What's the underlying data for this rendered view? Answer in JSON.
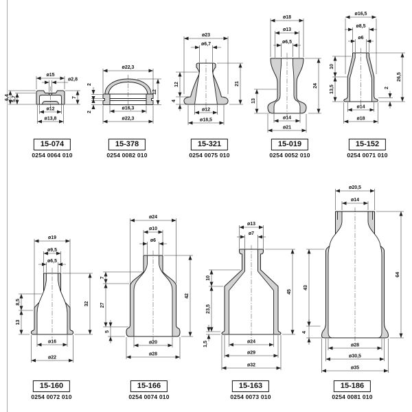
{
  "page": {
    "background": "#ffffff",
    "line_color": "#1f1f1f",
    "wall_fill": "#d3d3d3"
  },
  "parts": [
    {
      "id": "15-074",
      "code": "0254 0064 010",
      "dims": {
        "d_top": "ø15",
        "d_hole": "ø2,8",
        "h_left_outer": "6,4",
        "h_left_inner": "5,7",
        "h_right": "7",
        "d_bottom_inner": "ø12",
        "d_bottom_outer": "ø13,8"
      }
    },
    {
      "id": "15-378",
      "code": "0254 0082 010",
      "dims": {
        "d_top": "ø22,3",
        "lip_top": "2",
        "lip_bottom": "2",
        "h_right": "12",
        "d_inner": "ø16,3",
        "d_bottom": "ø22,3"
      }
    },
    {
      "id": "15-321",
      "code": "0254 0075 010",
      "dims": {
        "d_top": "ø23",
        "d_hole": "ø6,7",
        "h_left_upper": "12",
        "h_left_flange": "4",
        "h_right": "21",
        "d_bottom_inner": "ø12",
        "d_bottom_outer": "ø18,5"
      }
    },
    {
      "id": "15-019",
      "code": "0254 0052 010",
      "dims": {
        "d_top": "ø18",
        "d_mid": "ø13",
        "d_hole": "ø6,5",
        "h_left": "13",
        "h_right": "24",
        "d_bottom_inner": "ø14",
        "d_bottom_outer": "ø21"
      }
    },
    {
      "id": "15-152",
      "code": "0254 0071 010",
      "dims": {
        "d_top": "ø16,5",
        "d_neck": "ø8,5",
        "d_hole": "ø6",
        "h_left_upper": "10",
        "h_left_lower": "13,5",
        "h_right": "26,5",
        "h_flange": "2",
        "d_bottom_inner": "ø14",
        "d_bottom_outer": "ø18"
      }
    },
    {
      "id": "15-160",
      "code": "0254 0072 010",
      "dims": {
        "d_top": "ø19",
        "d_neck": "ø9,5",
        "d_hole": "ø6,5",
        "h_left_upper": "8,5",
        "h_left_lower": "13",
        "h_right": "32",
        "d_bottom_inner": "ø16",
        "d_bottom_outer": "ø22"
      }
    },
    {
      "id": "15-166",
      "code": "0254 0074 010",
      "dims": {
        "d_top": "ø24",
        "d_neck": "ø10",
        "d_hole": "ø6",
        "h_left_upper": "7",
        "h_left_lower": "27",
        "h_flange": "5",
        "h_right": "42",
        "d_bottom_inner": "ø20",
        "d_bottom_outer": "ø28"
      }
    },
    {
      "id": "15-163",
      "code": "0254 0073 010",
      "dims": {
        "d_top": "ø13",
        "d_hole": "ø7",
        "h_left_upper": "10",
        "h_left_lower": "23,5",
        "h_foot": "1,5",
        "h_right": "45",
        "d_bottom_inner": "ø24",
        "d_bottom_mid": "ø29",
        "d_bottom_outer": "ø32"
      }
    },
    {
      "id": "15-186",
      "code": "0254 0081 010",
      "dims": {
        "d_top": "ø20,5",
        "d_hole": "ø14",
        "h_left": "43",
        "h_foot": "4",
        "h_right": "64",
        "d_bottom_inner": "ø28",
        "d_bottom_mid": "ø30,5",
        "d_bottom_outer": "ø35"
      }
    }
  ]
}
